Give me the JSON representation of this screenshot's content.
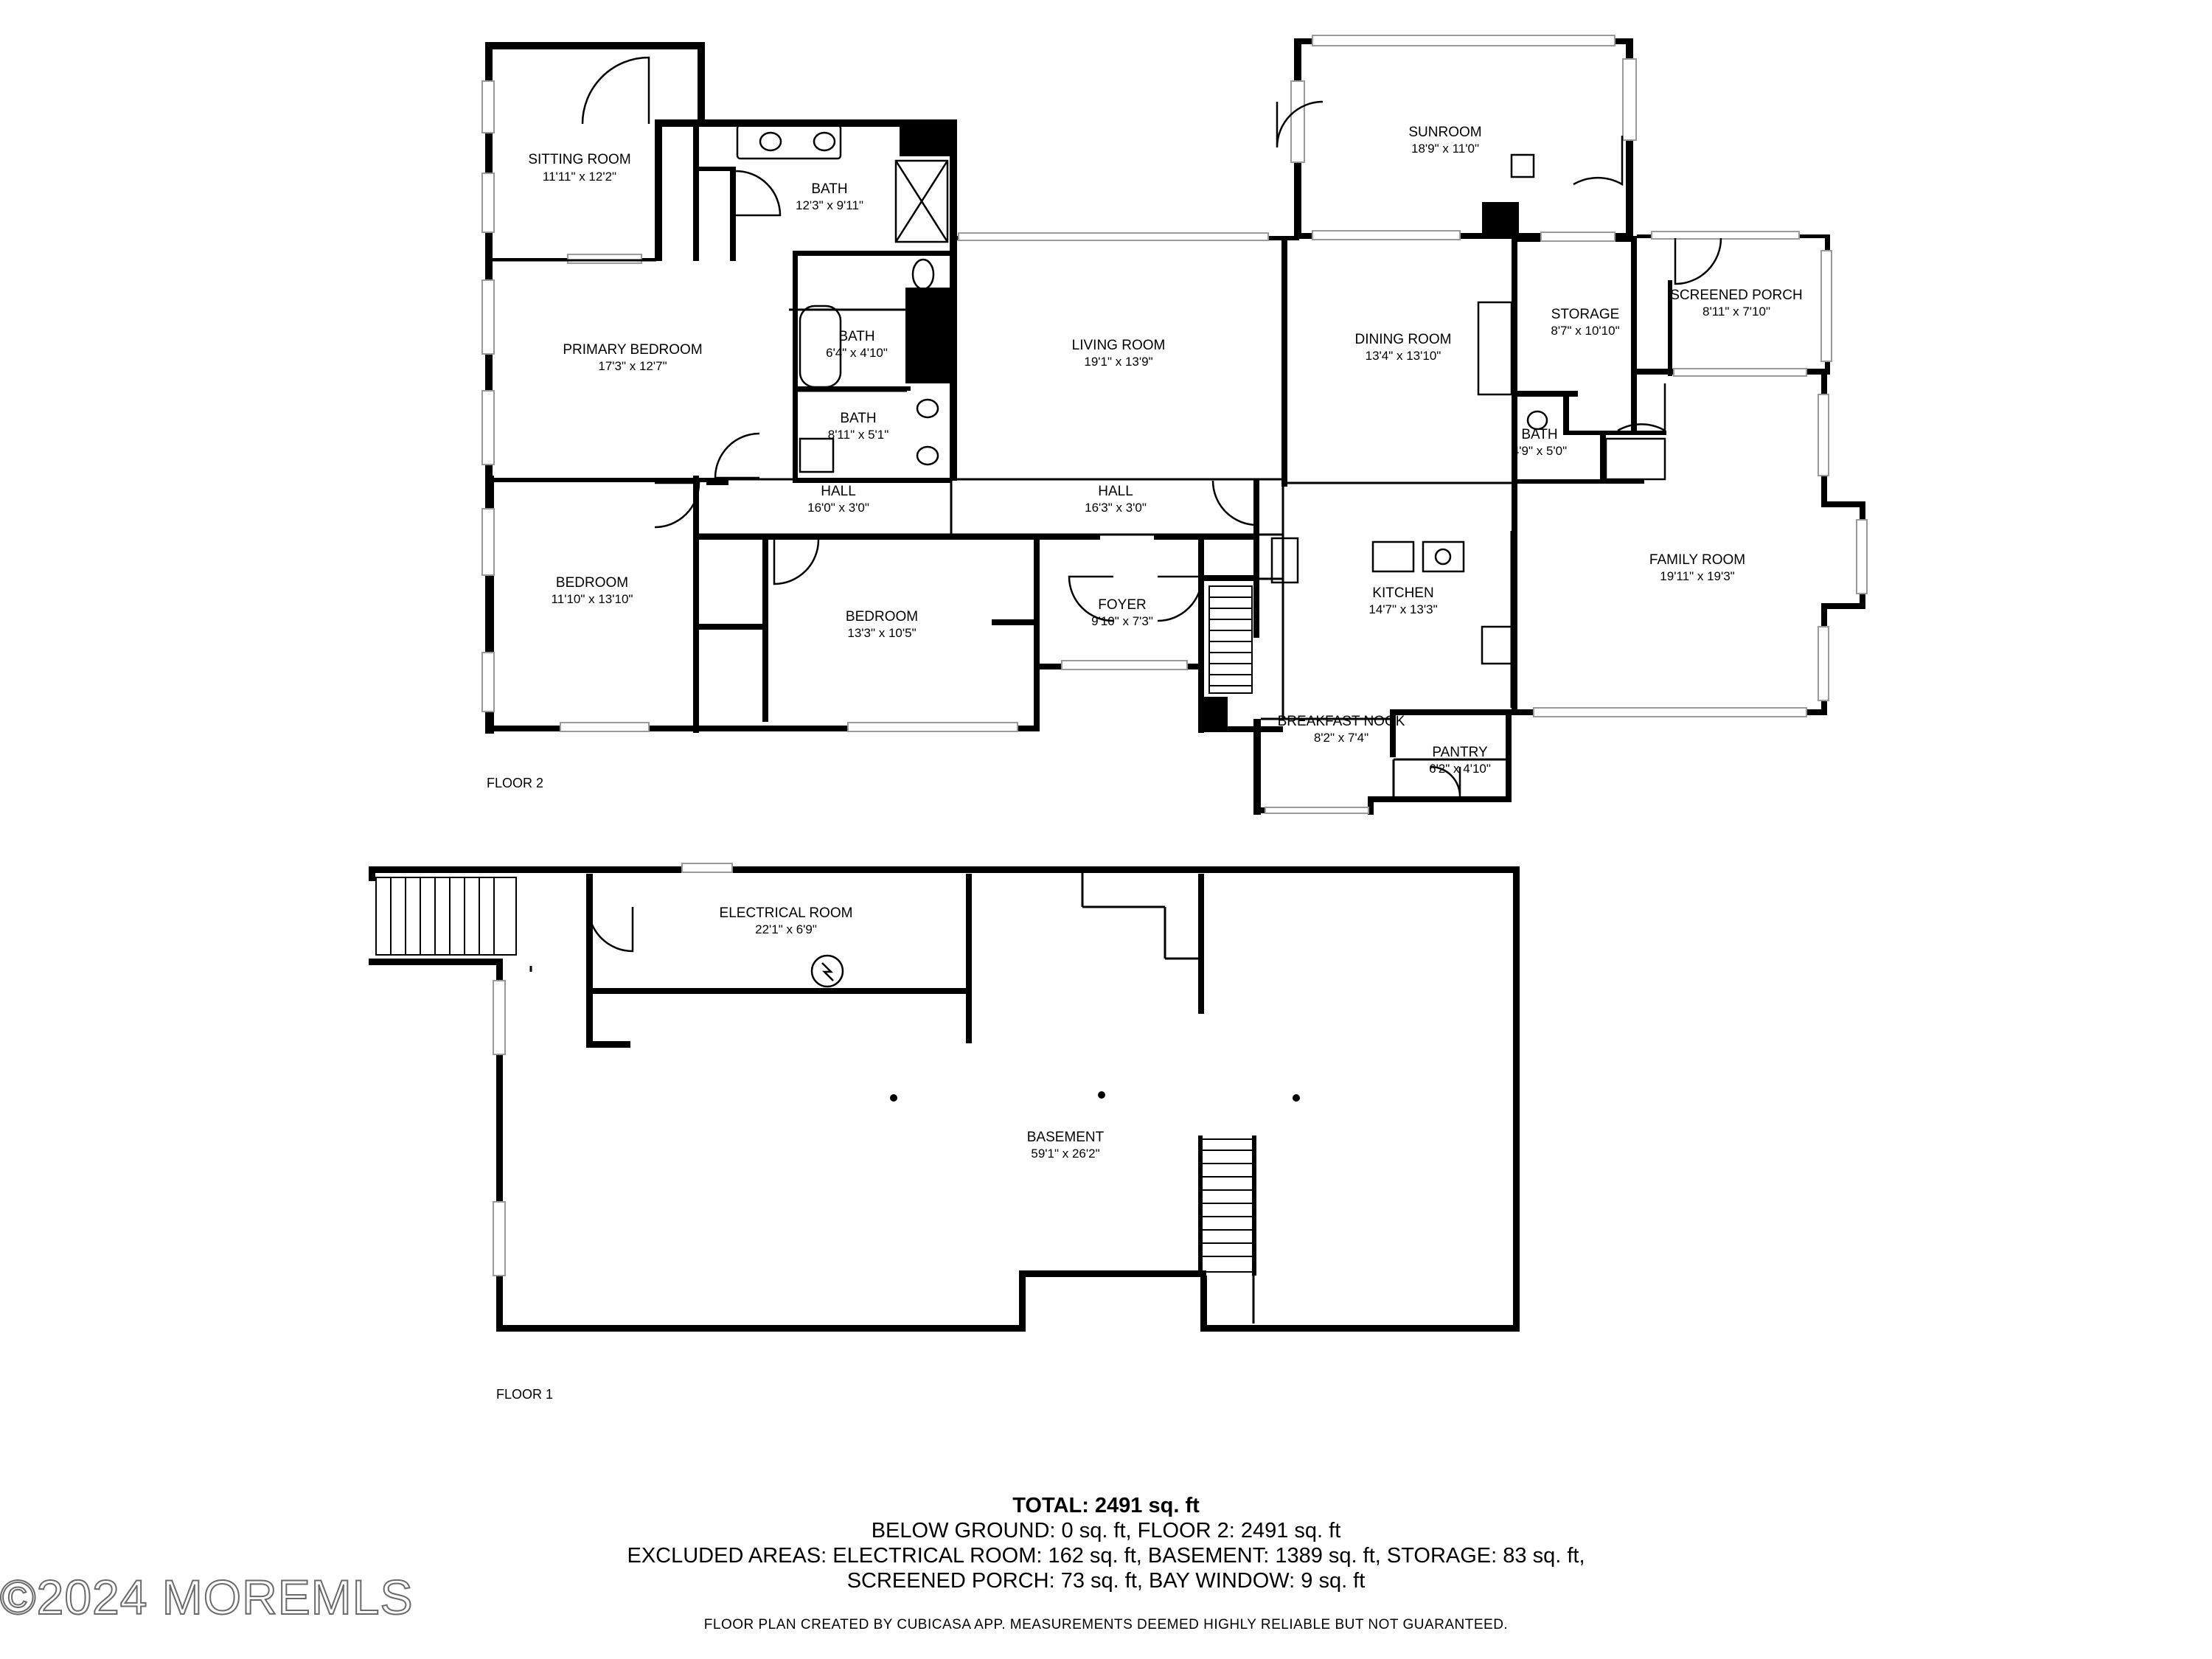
{
  "floors": [
    {
      "label": "FLOOR 2"
    },
    {
      "label": "FLOOR 1"
    }
  ],
  "rooms": [
    {
      "name": "SITTING ROOM",
      "dim": "11'11\" x 12'2\""
    },
    {
      "name": "BATH",
      "dim": "12'3\" x 9'11\""
    },
    {
      "name": "SUNROOM",
      "dim": "18'9\" x 11'0\""
    },
    {
      "name": "PRIMARY BEDROOM",
      "dim": "17'3\" x 12'7\""
    },
    {
      "name": "BATH",
      "dim": "6'4\" x 4'10\""
    },
    {
      "name": "BATH",
      "dim": "8'11\" x 5'1\""
    },
    {
      "name": "LIVING ROOM",
      "dim": "19'1\" x 13'9\""
    },
    {
      "name": "DINING ROOM",
      "dim": "13'4\" x 13'10\""
    },
    {
      "name": "STORAGE",
      "dim": "8'7\" x 10'10\""
    },
    {
      "name": "SCREENED PORCH",
      "dim": "8'11\" x 7'10\""
    },
    {
      "name": "BATH",
      "dim": "4'9\" x 5'0\""
    },
    {
      "name": "HALL",
      "dim": "16'0\" x 3'0\""
    },
    {
      "name": "HALL",
      "dim": "16'3\" x 3'0\""
    },
    {
      "name": "BEDROOM",
      "dim": "11'10\" x 13'10\""
    },
    {
      "name": "BEDROOM",
      "dim": "13'3\" x 10'5\""
    },
    {
      "name": "FOYER",
      "dim": "9'10\" x 7'3\""
    },
    {
      "name": "KITCHEN",
      "dim": "14'7\" x 13'3\""
    },
    {
      "name": "FAMILY ROOM",
      "dim": "19'11\" x 19'3\""
    },
    {
      "name": "BREAKFAST NOOK",
      "dim": "8'2\" x 7'4\""
    },
    {
      "name": "PANTRY",
      "dim": "6'2\" x 4'10\""
    },
    {
      "name": "ELECTRICAL ROOM",
      "dim": "22'1\" x 6'9\""
    },
    {
      "name": "BASEMENT",
      "dim": "59'1\" x 26'2\""
    }
  ],
  "summary": {
    "total": "TOTAL: 2491 sq. ft",
    "line1": "BELOW GROUND: 0 sq. ft, FLOOR 2: 2491 sq. ft",
    "line2": "EXCLUDED AREAS: ELECTRICAL ROOM: 162 sq. ft, BASEMENT: 1389 sq. ft, STORAGE: 83 sq. ft,",
    "line3": "SCREENED PORCH: 73 sq. ft, BAY WINDOW: 9 sq. ft"
  },
  "credit": "FLOOR PLAN CREATED BY CUBICASA APP. MEASUREMENTS DEEMED HIGHLY RELIABLE BUT NOT GUARANTEED.",
  "watermark": "©2024 MOREMLS"
}
